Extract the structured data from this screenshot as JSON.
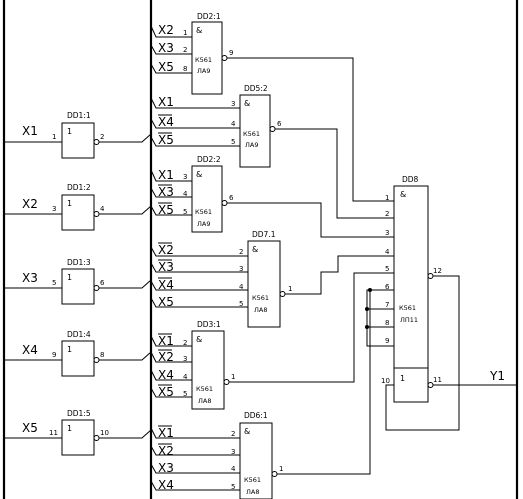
{
  "inverters": [
    {
      "ref": "DD1:1",
      "func": "1",
      "input": "X1",
      "pin_in": "1",
      "pin_out": "2"
    },
    {
      "ref": "DD1:2",
      "func": "1",
      "input": "X2",
      "pin_in": "3",
      "pin_out": "4"
    },
    {
      "ref": "DD1:3",
      "func": "1",
      "input": "X3",
      "pin_in": "5",
      "pin_out": "6"
    },
    {
      "ref": "DD1:4",
      "func": "1",
      "input": "X4",
      "pin_in": "9",
      "pin_out": "8"
    },
    {
      "ref": "DD1:5",
      "func": "1",
      "input": "X5",
      "pin_in": "11",
      "pin_out": "10"
    }
  ],
  "gates": [
    {
      "ref": "DD2:1",
      "func": "&",
      "part": [
        "К561",
        "ЛА9"
      ],
      "inputs": [
        {
          "name": "X2",
          "bar": false,
          "pin": "1"
        },
        {
          "name": "X3",
          "bar": false,
          "pin": "2"
        },
        {
          "name": "X5",
          "bar": false,
          "pin": "8"
        }
      ],
      "pin_out": "9"
    },
    {
      "ref": "DD5:2",
      "func": "&",
      "part": [
        "К561",
        "ЛА9"
      ],
      "inputs": [
        {
          "name": "X1",
          "bar": false,
          "pin": "3"
        },
        {
          "name": "X4",
          "bar": true,
          "pin": "4"
        },
        {
          "name": "X5",
          "bar": true,
          "pin": "5"
        }
      ],
      "pin_out": "6"
    },
    {
      "ref": "DD2:2",
      "func": "&",
      "part": [
        "К561",
        "ЛА9"
      ],
      "inputs": [
        {
          "name": "X1",
          "bar": false,
          "pin": "3"
        },
        {
          "name": "X3",
          "bar": true,
          "pin": "4"
        },
        {
          "name": "X5",
          "bar": true,
          "pin": "5"
        }
      ],
      "pin_out": "6"
    },
    {
      "ref": "DD7.1",
      "func": "&",
      "part": [
        "К561",
        "ЛА8"
      ],
      "inputs": [
        {
          "name": "X2",
          "bar": true,
          "pin": "2"
        },
        {
          "name": "X3",
          "bar": true,
          "pin": "3"
        },
        {
          "name": "X4",
          "bar": true,
          "pin": "4"
        },
        {
          "name": "X5",
          "bar": false,
          "pin": "5"
        }
      ],
      "pin_out": "1"
    },
    {
      "ref": "DD3:1",
      "func": "&",
      "part": [
        "К561",
        "ЛА8"
      ],
      "inputs": [
        {
          "name": "X1",
          "bar": true,
          "pin": "2"
        },
        {
          "name": "X2",
          "bar": true,
          "pin": "3"
        },
        {
          "name": "X4",
          "bar": false,
          "pin": "4"
        },
        {
          "name": "X5",
          "bar": true,
          "pin": "5"
        }
      ],
      "pin_out": "1"
    },
    {
      "ref": "DD6:1",
      "func": "&",
      "part": [
        "К561",
        "ЛА8"
      ],
      "inputs": [
        {
          "name": "X1",
          "bar": true,
          "pin": "2"
        },
        {
          "name": "X2",
          "bar": true,
          "pin": "3"
        },
        {
          "name": "X3",
          "bar": false,
          "pin": "4"
        },
        {
          "name": "X4",
          "bar": false,
          "pin": "5"
        }
      ],
      "pin_out": "1"
    }
  ],
  "final": {
    "ref": "DD8",
    "func_top": "&",
    "func_bottom": "1",
    "part": [
      "К561",
      "ЛП11"
    ],
    "inputs": [
      "1",
      "2",
      "3",
      "4",
      "5",
      "6",
      "7",
      "8",
      "9"
    ],
    "pin_and_out": "12",
    "pin_or_in": "10",
    "pin_or_out": "11",
    "output_label": "Y1"
  }
}
